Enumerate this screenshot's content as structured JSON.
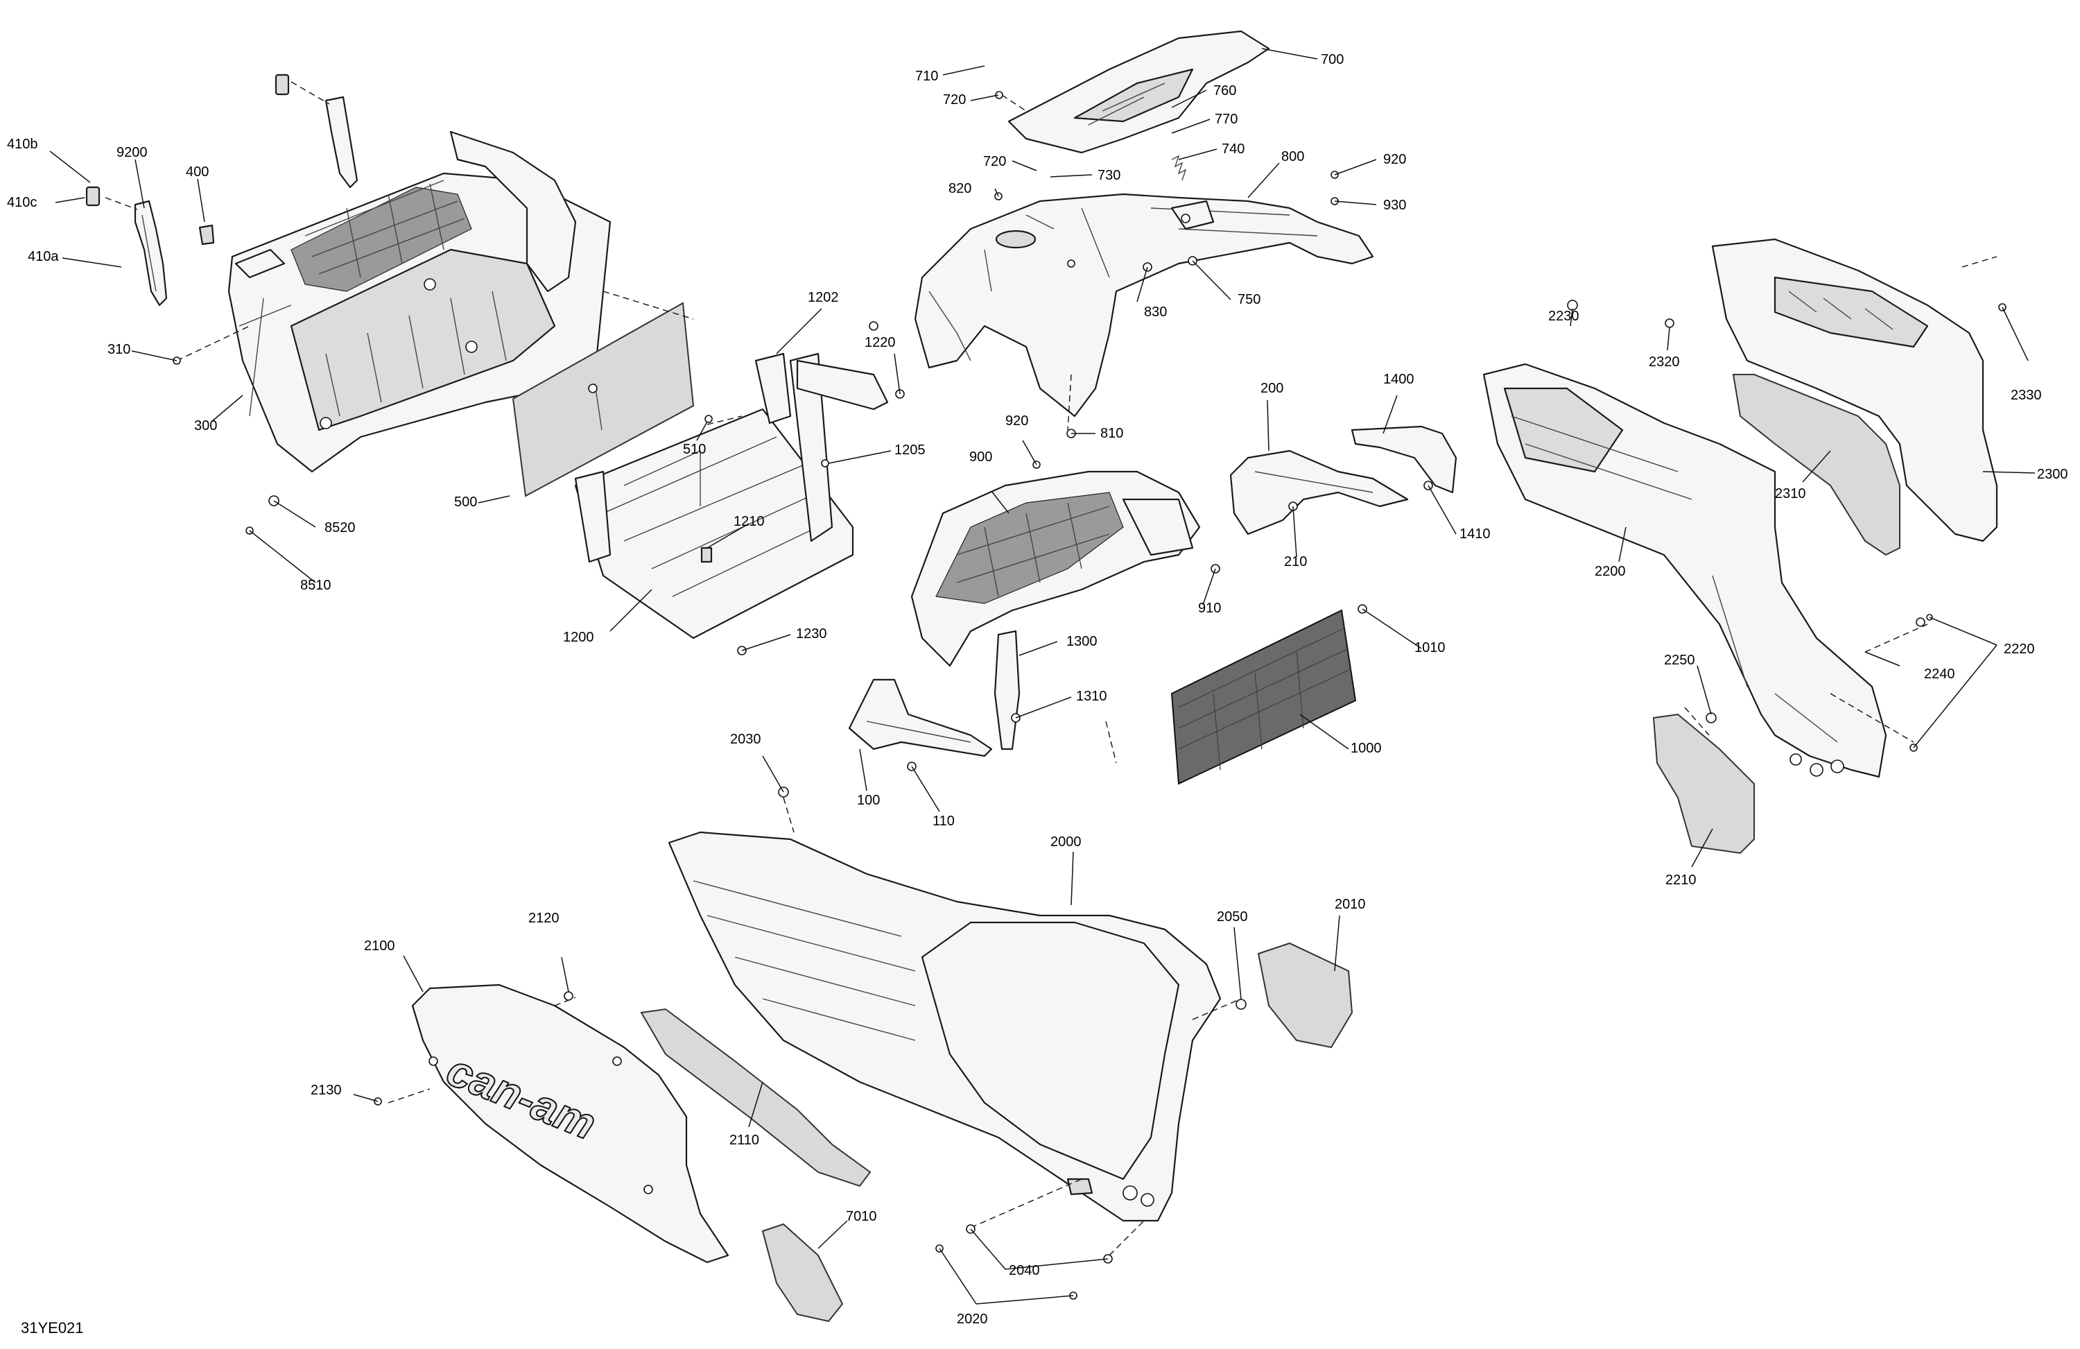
{
  "diagram": {
    "reference_code": "31YE021",
    "logo_text": "can-am",
    "callouts": {
      "c410b": "410b",
      "c410c": "410c",
      "c410a": "410a",
      "c9200": "9200",
      "c400": "400",
      "c310": "310",
      "c300": "300",
      "c500": "500",
      "c510": "510",
      "c8520": "8520",
      "c8510": "8510",
      "c1202": "1202",
      "c1220": "1220",
      "c1205": "1205",
      "c1210": "1210",
      "c1200": "1200",
      "c1230": "1230",
      "c710": "710",
      "c720a": "720",
      "c700": "700",
      "c760": "760",
      "c770": "770",
      "c740": "740",
      "c720b": "720",
      "c730": "730",
      "c820": "820",
      "c800": "800",
      "c920a": "920",
      "c930": "930",
      "c830": "830",
      "c750": "750",
      "c920b": "920",
      "c810": "810",
      "c900": "900",
      "c910": "910",
      "c200": "200",
      "c210": "210",
      "c1400": "1400",
      "c1410": "1410",
      "c1010": "1010",
      "c1000": "1000",
      "c1300": "1300",
      "c1310": "1310",
      "c100": "100",
      "c110": "110",
      "c2230": "2230",
      "c2320": "2320",
      "c2330": "2330",
      "c2300": "2300",
      "c2310": "2310",
      "c2200": "2200",
      "c2220": "2220",
      "c2240": "2240",
      "c2250": "2250",
      "c2210": "2210",
      "c2030": "2030",
      "c2000": "2000",
      "c2050": "2050",
      "c2010": "2010",
      "c2100": "2100",
      "c2120": "2120",
      "c2130": "2130",
      "c2110": "2110",
      "c7010": "7010",
      "c2040": "2040",
      "c2020": "2020"
    }
  }
}
